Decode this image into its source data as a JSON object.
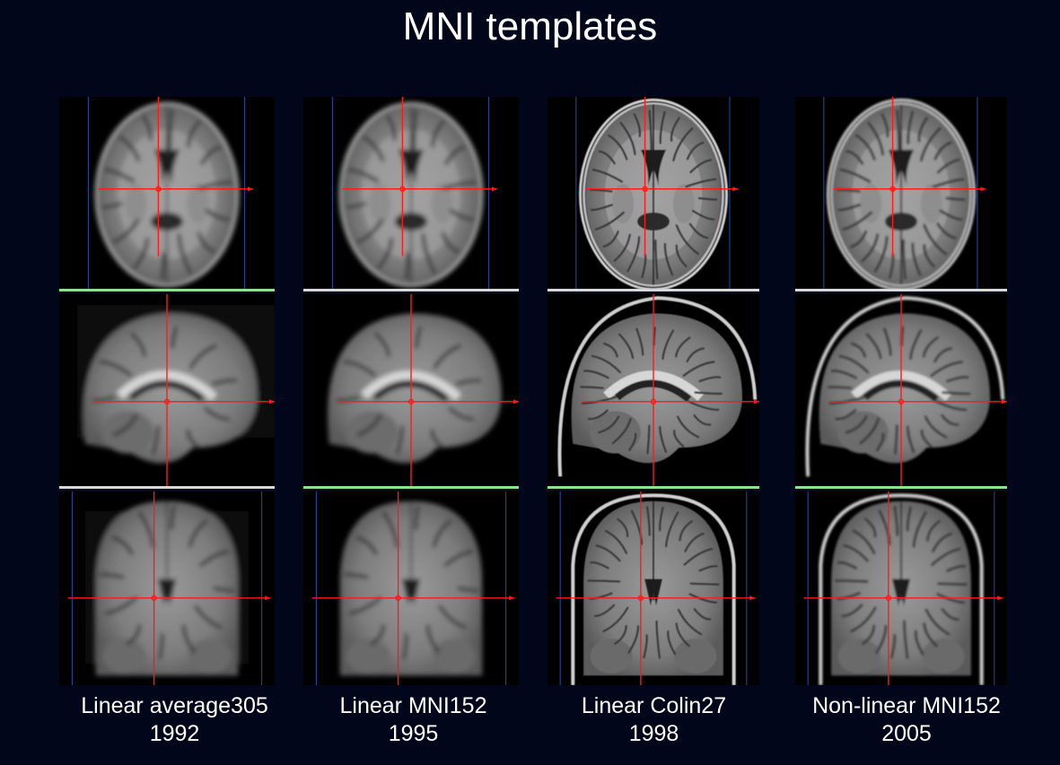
{
  "slide": {
    "title": "MNI templates"
  },
  "templates": [
    {
      "name": "Linear average305",
      "year": "1992",
      "style": "blurry"
    },
    {
      "name": "Linear MNI152",
      "year": "1995",
      "style": "blurry"
    },
    {
      "name": "Linear Colin27",
      "year": "1998",
      "style": "sharp"
    },
    {
      "name": "Non-linear MNI152",
      "year": "2005",
      "style": "medium"
    }
  ],
  "colors": {
    "background": "#02061a",
    "crosshair": "#ff1a1a",
    "bound_line": "#1f4fa8",
    "separator_green": "#8fe08f",
    "separator_white": "#d8d8d8"
  }
}
